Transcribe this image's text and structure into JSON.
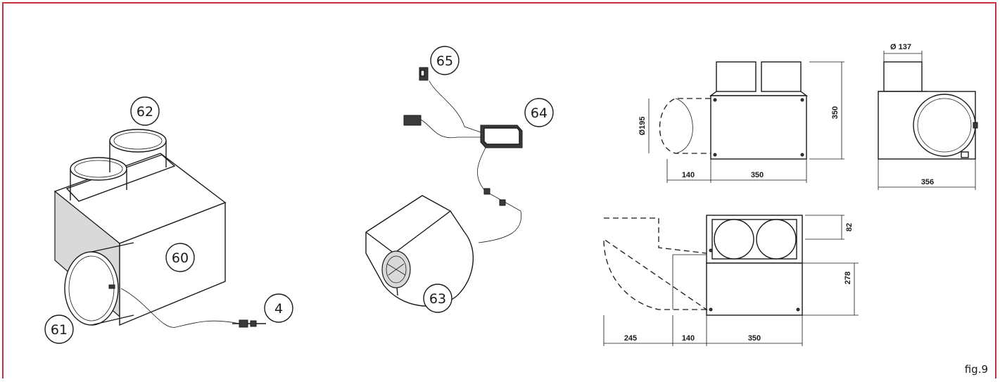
{
  "callouts": {
    "c60": "60",
    "c61": "61",
    "c62": "62",
    "c63": "63",
    "c64": "64",
    "c65": "65",
    "c4": "4"
  },
  "dimensions": {
    "diam_195": "Ø195",
    "diam_137": "Ø 137",
    "h350": "350",
    "w140_top": "140",
    "w350_top": "350",
    "w356": "356",
    "h82": "82",
    "h278": "278",
    "w245": "245",
    "w140_bot": "140",
    "w350_bot": "350"
  },
  "figure_label": "fig.9",
  "colors": {
    "frame": "#c8323c"
  }
}
